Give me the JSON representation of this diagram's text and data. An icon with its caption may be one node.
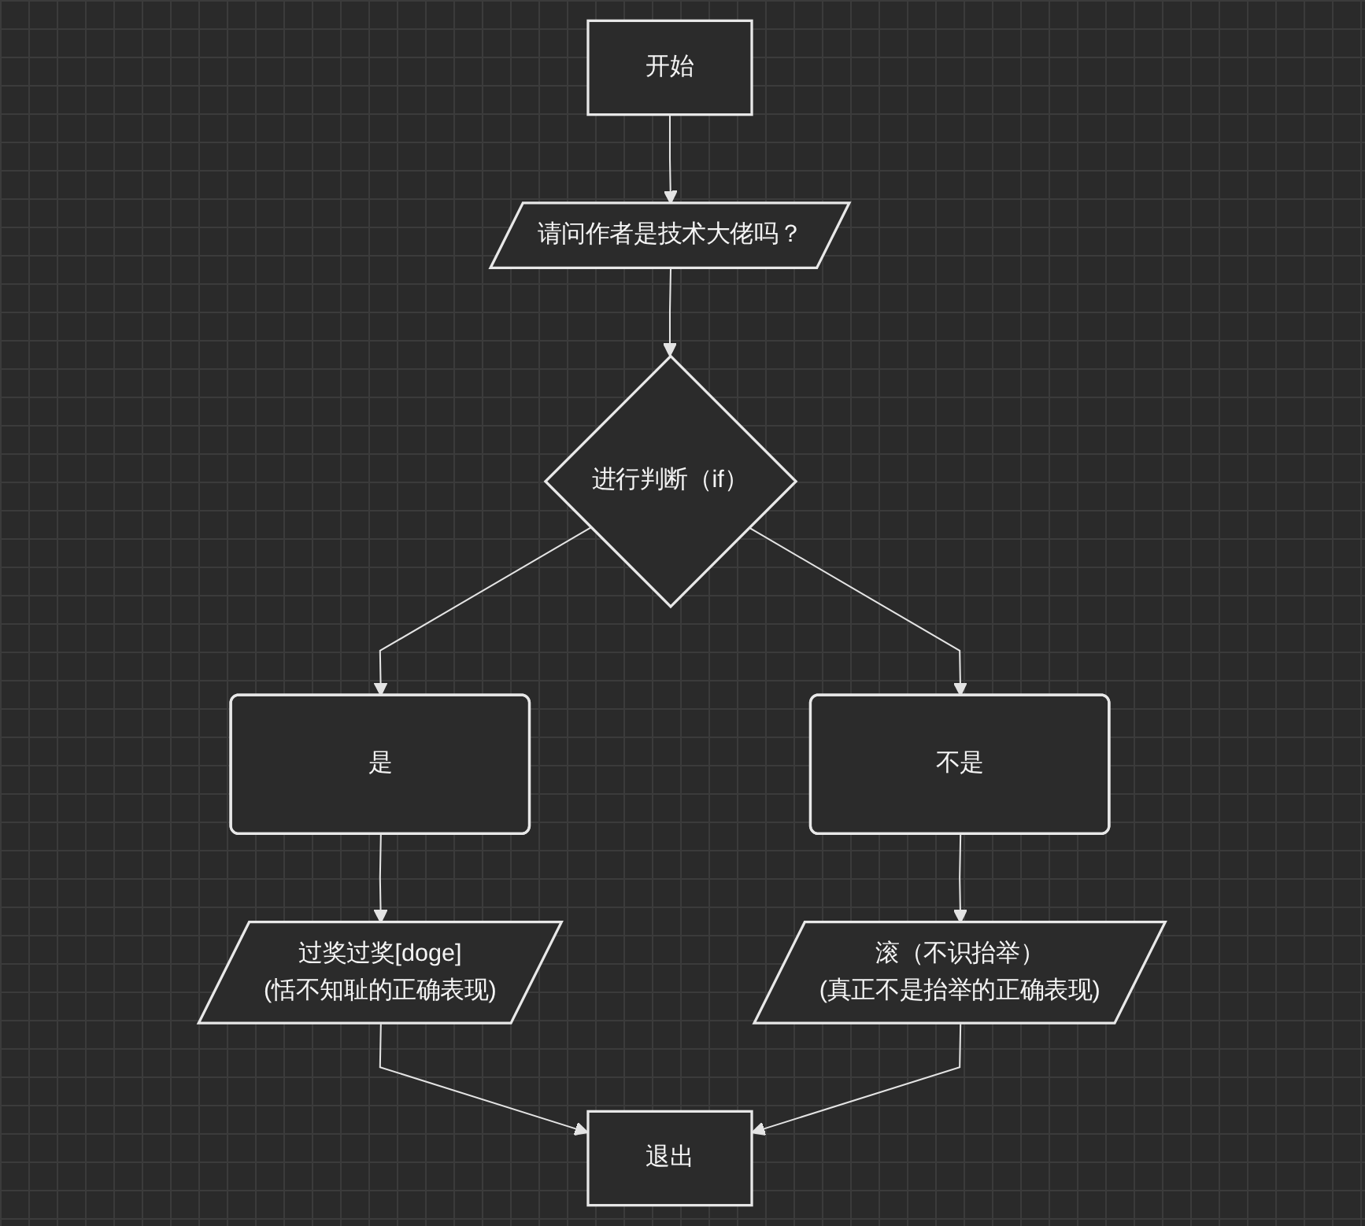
{
  "diagram": {
    "nodes": [
      {
        "text": [
          "开始"
        ]
      },
      {
        "text": [
          "请问作者是技术大佬吗？"
        ]
      },
      {
        "text": [
          "进行判断（if）"
        ]
      },
      {
        "text": [
          "是"
        ]
      },
      {
        "text": [
          "不是"
        ]
      },
      {
        "text": [
          "过奖过奖[doge]",
          "(恬不知耻的正确表现)"
        ]
      },
      {
        "text": [
          "滚（不识抬举）",
          "(真正不是抬举的正确表现)"
        ]
      },
      {
        "text": [
          "退出"
        ]
      }
    ],
    "edges": [
      {
        "from": 0,
        "to": 1,
        "arrow": "to"
      },
      {
        "from": 1,
        "to": 2,
        "arrow": "to"
      },
      {
        "from": 2,
        "to": 3,
        "arrow": "to"
      },
      {
        "from": 2,
        "to": 4,
        "arrow": "to"
      },
      {
        "from": 3,
        "to": 5,
        "arrow": "to"
      },
      {
        "from": 4,
        "to": 6,
        "arrow": "to"
      },
      {
        "from": 5,
        "to": 7,
        "arrow": "to"
      },
      {
        "from": 6,
        "to": 7,
        "arrow": "to"
      }
    ]
  }
}
